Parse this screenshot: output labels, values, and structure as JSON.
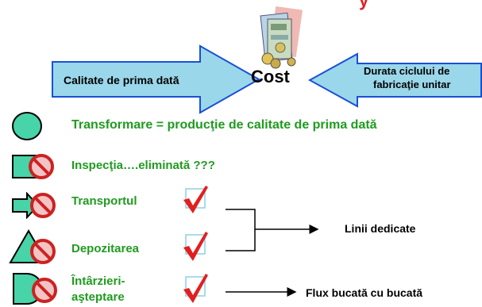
{
  "top_partial_letter": "y",
  "arrow_left_label": "Calitate de prima dată",
  "cost_label": "Cost",
  "arrow_right_label_line1": "Durata ciclului de",
  "arrow_right_label_line2": "fabricaţie unitar",
  "rows": {
    "transformare": "Transformare = producţie de calitate de prima dată",
    "inspectia": "Inspecţia….eliminată ???",
    "transportul": "Transportul",
    "depozitarea": "Depozitarea",
    "intarzieri_line1": "Întârzieri-",
    "intarzieri_line2": "aşteptare"
  },
  "results": {
    "linii_dedicate": "Linii dedicate",
    "flux": "Flux bucată cu bucată"
  },
  "colors": {
    "arrow_fill": "#9ad7ea",
    "arrow_stroke": "#1a4fd6",
    "label_green": "#1f9b1f",
    "symbol_teal": "#46d4a8",
    "forbid_red": "#cc2222",
    "check_red": "#e11f1f",
    "check_box": "#8ecfe6",
    "accent_red": "#e02020"
  },
  "icons": [
    "money-stack-icon",
    "circle-operation-icon",
    "square-inspection-icon",
    "arrow-transport-icon",
    "triangle-storage-icon",
    "d-delay-icon",
    "prohibited-icon",
    "checkmark-icon"
  ]
}
